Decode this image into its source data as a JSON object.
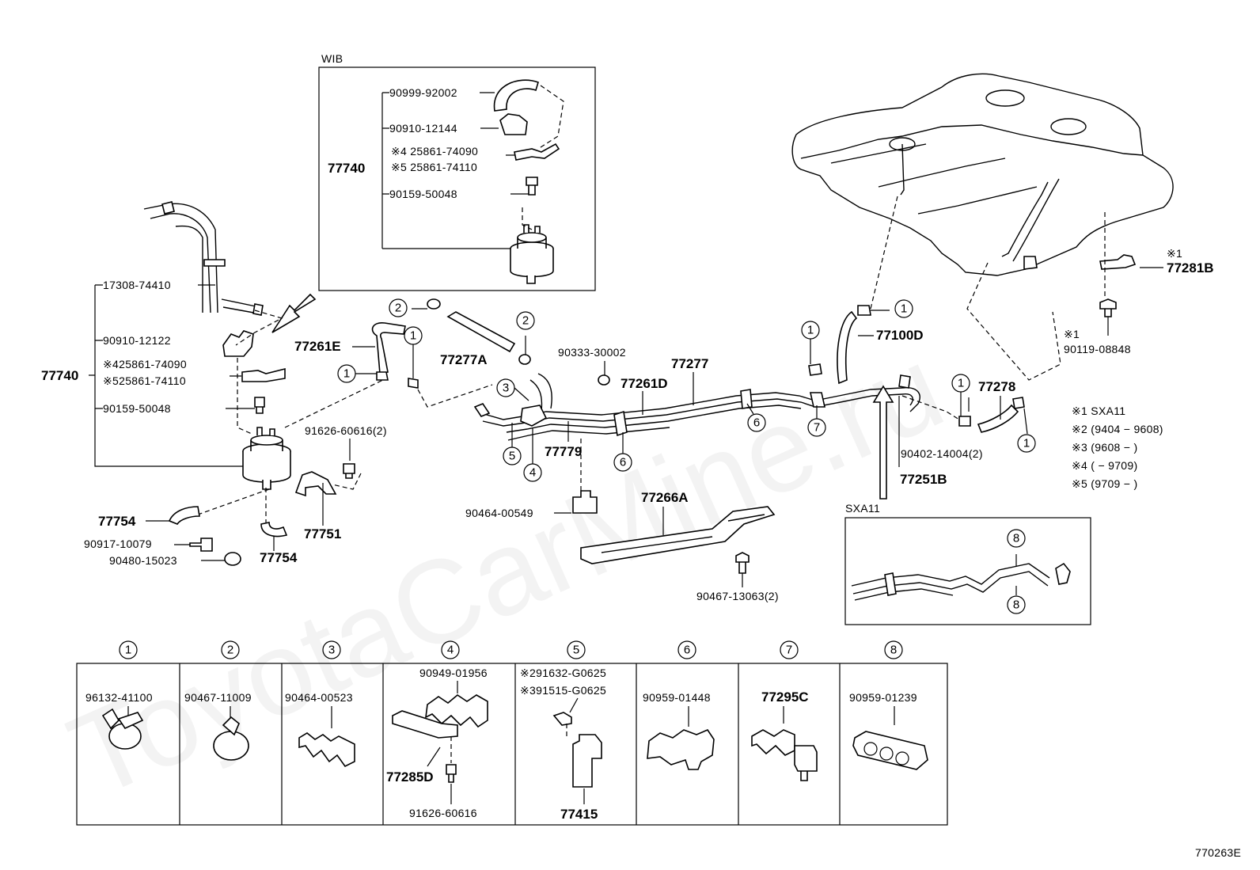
{
  "watermark": "ToyotaCarMine.ru",
  "diagram_code": "770263E",
  "wib": {
    "title": "WIB",
    "group_part": "77740",
    "parts": [
      "90999-92002",
      "90910-12144",
      "※4 25861-74090",
      "※5 25861-74110",
      "90159-50048"
    ]
  },
  "left_assembly": {
    "group_part": "77740",
    "parts": [
      "17308-74410",
      "90910-12122",
      "※425861-74090",
      "※525861-74110",
      "90159-50048"
    ]
  },
  "labels": {
    "p77261E": "77261E",
    "p77277A": "77277A",
    "p90333": "90333-30002",
    "p77277": "77277",
    "p77261D": "77261D",
    "p77100D": "77100D",
    "p77278": "77278",
    "p77281B_note": "※1",
    "p77281B": "77281B",
    "p90119_note": "※1",
    "p90119": "90119-08848",
    "p91626": "91626-60616(2)",
    "p77779": "77779",
    "p90402": "90402-14004(2)",
    "p77251B": "77251B",
    "p90464": "90464-00549",
    "p77266A": "77266A",
    "p90467": "90467-13063(2)",
    "p77754a": "77754",
    "p77754b": "77754",
    "p77751": "77751",
    "p90917": "90917-10079",
    "p90480": "90480-15023",
    "sxa11": "SXA11"
  },
  "legend": [
    "※1  SXA11",
    "※2  (9404 − 9608)",
    "※3  (9608 −        )",
    "※4  (         − 9709)",
    "※5  (9709 −        )"
  ],
  "callout_numbers": [
    "1",
    "2",
    "3",
    "4",
    "5",
    "6",
    "7",
    "8"
  ],
  "detail_table": [
    {
      "num": "1",
      "parts": [
        "96132-41100"
      ]
    },
    {
      "num": "2",
      "parts": [
        "90467-11009"
      ]
    },
    {
      "num": "3",
      "parts": [
        "90464-00523"
      ]
    },
    {
      "num": "4",
      "parts": [
        "90949-01956",
        "77285D",
        "91626-60616"
      ]
    },
    {
      "num": "5",
      "parts": [
        "※291632-G0625",
        "※391515-G0625",
        "77415"
      ]
    },
    {
      "num": "6",
      "parts": [
        "90959-01448"
      ]
    },
    {
      "num": "7",
      "parts": [
        "77295C"
      ]
    },
    {
      "num": "8",
      "parts": [
        "90959-01239"
      ]
    }
  ]
}
